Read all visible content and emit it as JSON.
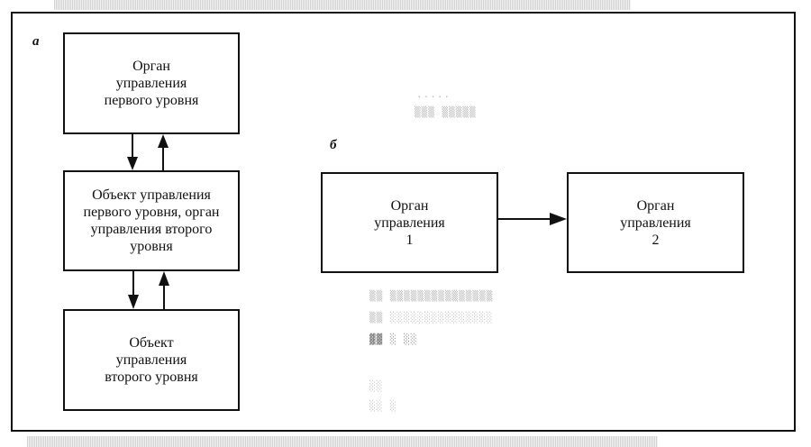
{
  "diagram": {
    "panel_a": {
      "label": "а",
      "boxes": [
        {
          "lines": [
            "Орган",
            "управления",
            "первого уровня"
          ]
        },
        {
          "lines": [
            "Объект управления",
            "первого уровня, орган",
            "управления второго",
            "уровня"
          ]
        },
        {
          "lines": [
            "Объект",
            "управления",
            "второго уровня"
          ]
        }
      ],
      "connections": [
        {
          "from": 0,
          "to": 1,
          "direction": "down"
        },
        {
          "from": 1,
          "to": 0,
          "direction": "up"
        },
        {
          "from": 1,
          "to": 2,
          "direction": "down"
        },
        {
          "from": 2,
          "to": 1,
          "direction": "up"
        }
      ]
    },
    "panel_b": {
      "label": "б",
      "boxes": [
        {
          "lines": [
            "Орган",
            "управления",
            "1"
          ]
        },
        {
          "lines": [
            "Орган",
            "управления",
            "2"
          ]
        }
      ],
      "connections": [
        {
          "from": 0,
          "to": 1,
          "direction": "right"
        }
      ]
    },
    "colors": {
      "line": "#111111",
      "background": "#ffffff"
    }
  }
}
